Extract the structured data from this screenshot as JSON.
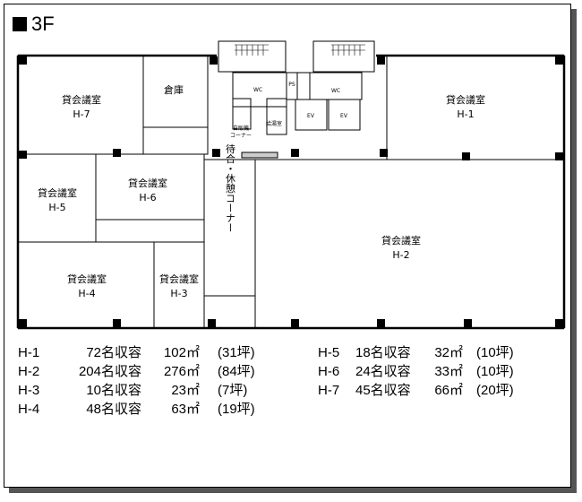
{
  "floor": {
    "title": "3F"
  },
  "rooms": {
    "h1": {
      "name": "貸会議室",
      "code": "H-1"
    },
    "h2": {
      "name": "貸会議室",
      "code": "H-2"
    },
    "h3": {
      "name": "貸会議室",
      "code": "H-3"
    },
    "h4": {
      "name": "貸会議室",
      "code": "H-4"
    },
    "h5": {
      "name": "貸会議室",
      "code": "H-5"
    },
    "h6": {
      "name": "貸会議室",
      "code": "H-6"
    },
    "h7": {
      "name": "貸会議室",
      "code": "H-7"
    },
    "storage": "倉庫",
    "lounge": "待合・休憩コーナー",
    "wc1": "WC",
    "wc2": "WC",
    "ps": "PS",
    "ev1": "EV",
    "ev2": "EV",
    "kettle": "給湯室",
    "vending1": "自販機",
    "vending2": "コーナー"
  },
  "legend": [
    {
      "code": "H-1",
      "capacity": "72名収容",
      "area": "102㎡",
      "tsubo": "(31坪)"
    },
    {
      "code": "H-2",
      "capacity": "204名収容",
      "area": "276㎡",
      "tsubo": "(84坪)"
    },
    {
      "code": "H-3",
      "capacity": "10名収容",
      "area": "23㎡",
      "tsubo": "(7坪)"
    },
    {
      "code": "H-4",
      "capacity": "48名収容",
      "area": "63㎡",
      "tsubo": "(19坪)"
    },
    {
      "code": "H-5",
      "capacity": "18名収容",
      "area": "32㎡",
      "tsubo": "(10坪)"
    },
    {
      "code": "H-6",
      "capacity": "24名収容",
      "area": "33㎡",
      "tsubo": "(10坪)"
    },
    {
      "code": "H-7",
      "capacity": "45名収容",
      "area": "66㎡",
      "tsubo": "(20坪)"
    }
  ]
}
